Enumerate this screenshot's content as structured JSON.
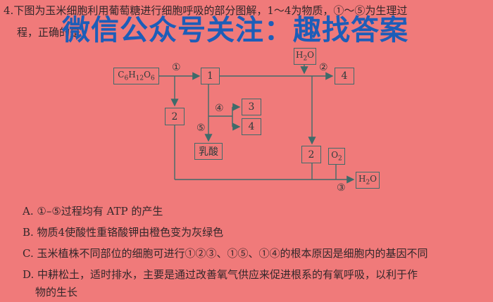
{
  "question": {
    "number": "4.",
    "stem_line1": "下图为玉米细胞利用葡萄糖进行细胞呼吸的部分图解，1～4为物质，①～⑤为生理过",
    "stem_line2": "程，正确的是"
  },
  "watermark": "微信公众号关注：趣找答案",
  "diagram": {
    "glucose": "C6H12O6",
    "node1": "1",
    "node2_left": "2",
    "node2_right": "2",
    "node3": "3",
    "node4_mid": "4",
    "node4_top": "4",
    "h2o_top": "H2O",
    "h2o_bottom": "H2O",
    "o2": "O2",
    "lactic": "乳酸",
    "step1": "①",
    "step2": "②",
    "step3": "③",
    "step4": "④",
    "step5": "⑤"
  },
  "options": {
    "A": "A. ①–⑤过程均有 ATP 的产生",
    "B": "B. 物质4使酸性重铬酸钾由橙色变为灰绿色",
    "C": "C. 玉米植株不同部位的细胞可进行①②③、①⑤、①④的根本原因是细胞内的基因不同",
    "D1": "D. 中耕松土，适时排水，主要是通过改善氧气供应来促进根系的有氧呼吸，以利于作",
    "D2": "物的生长"
  }
}
